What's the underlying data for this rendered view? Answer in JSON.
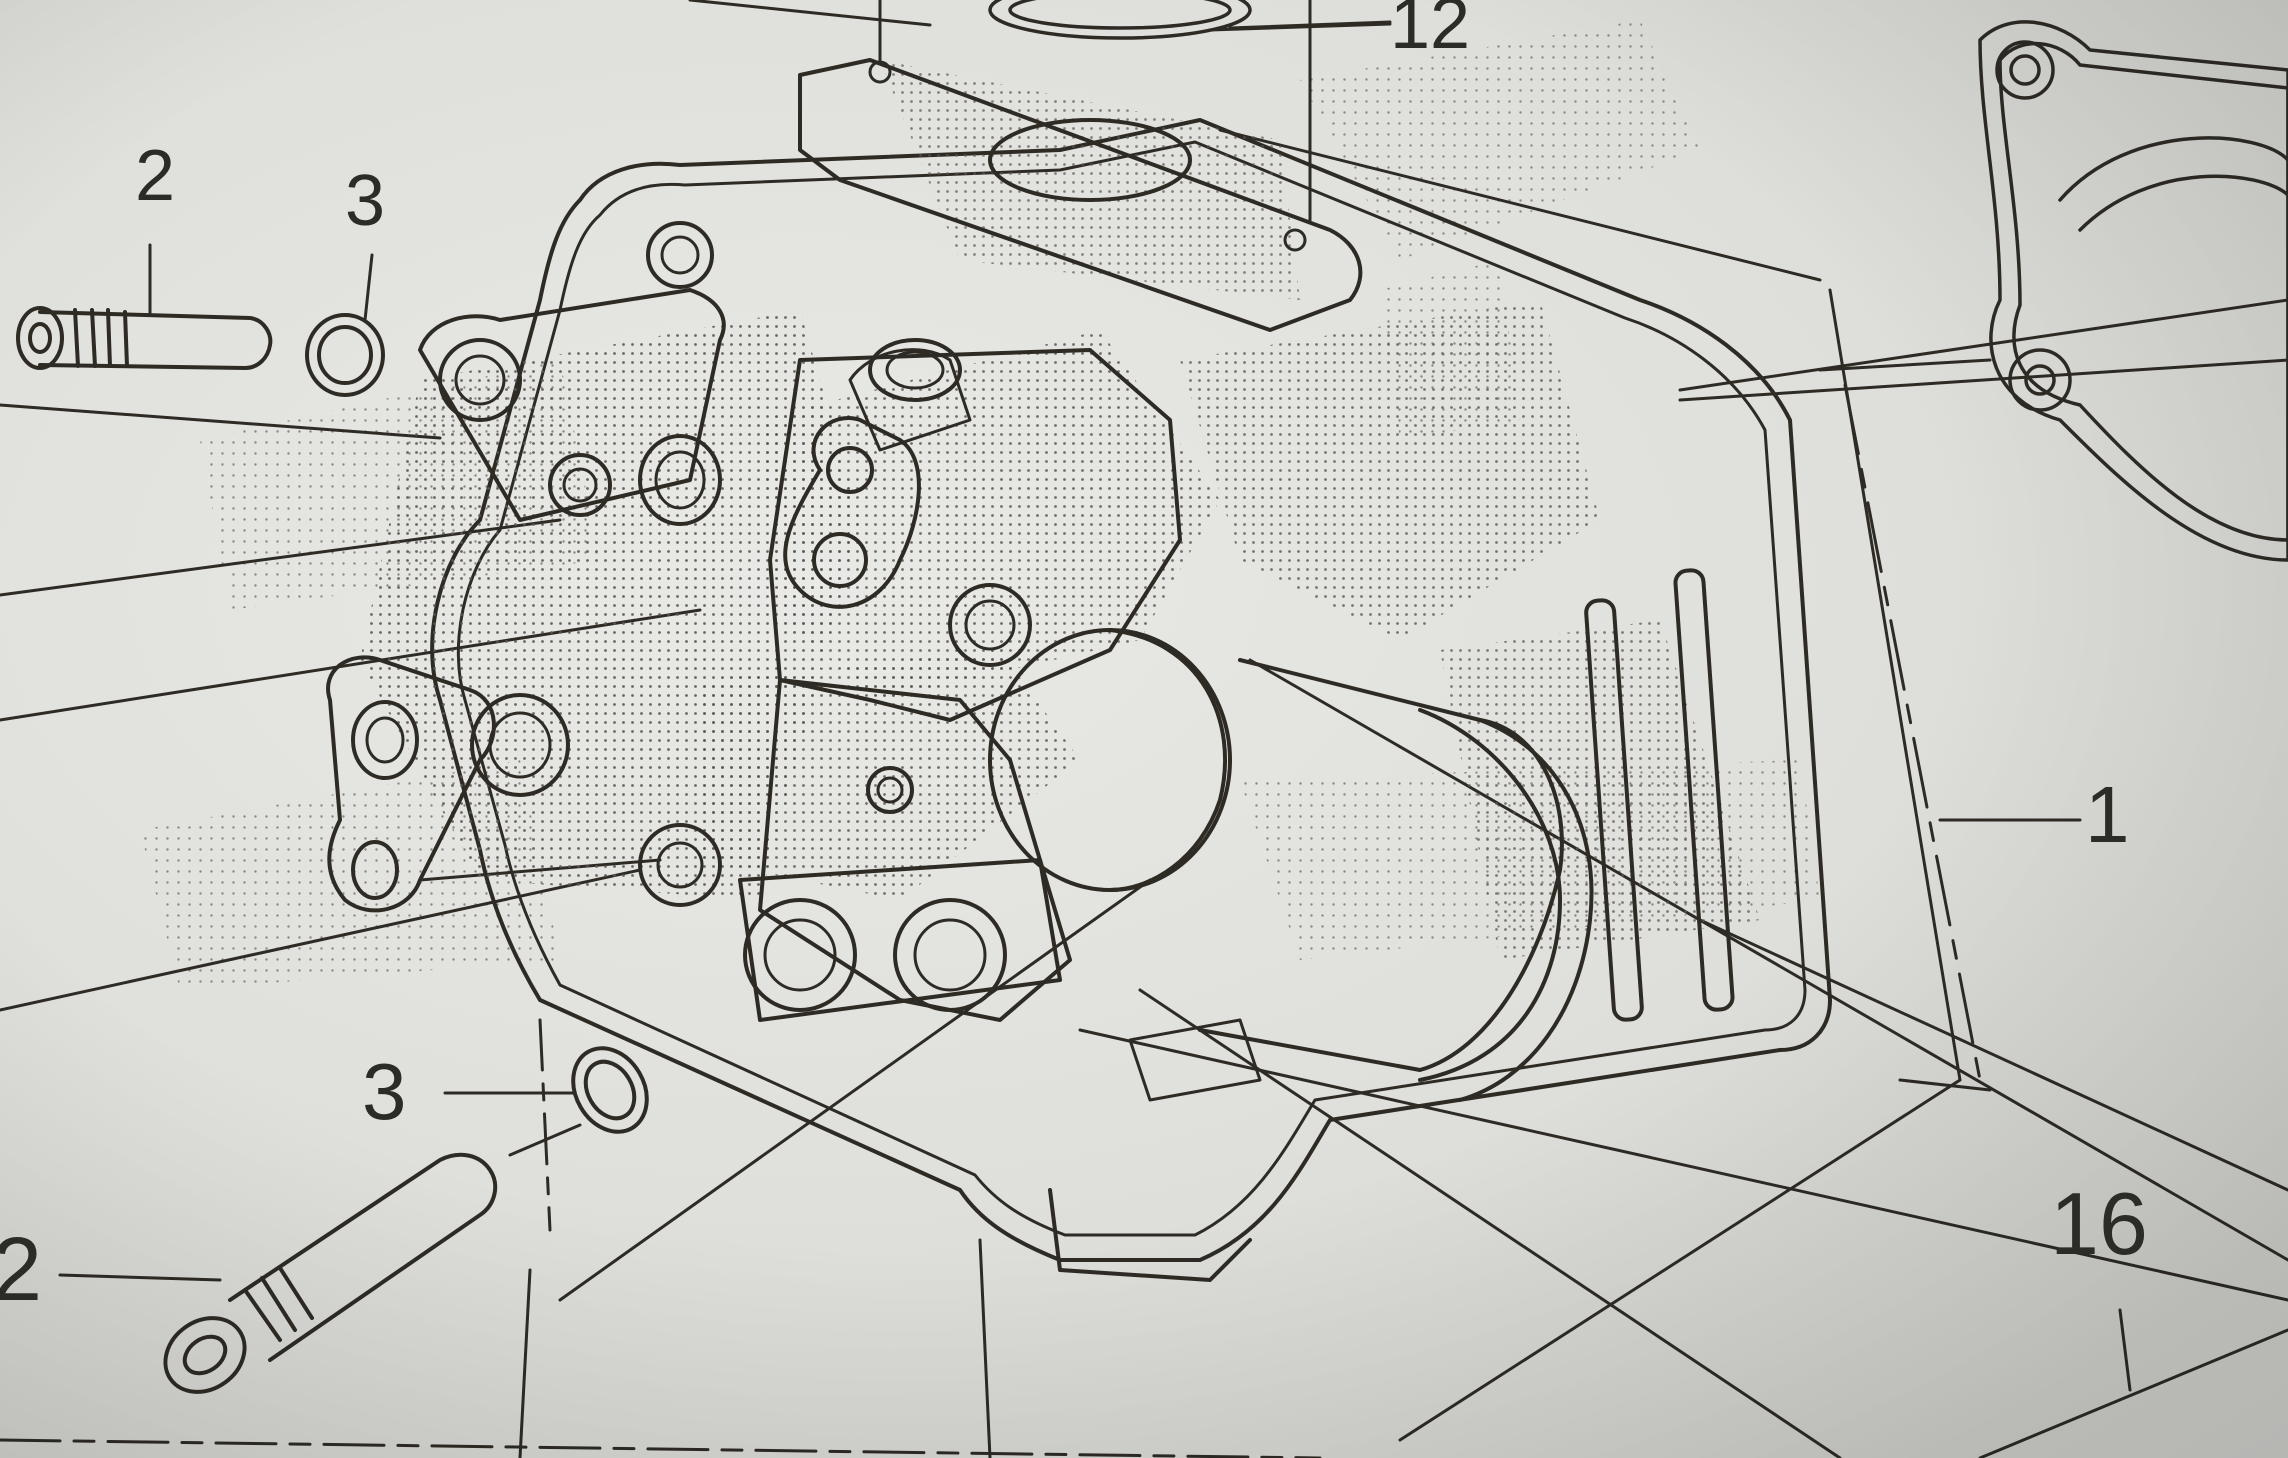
{
  "diagram": {
    "callouts": [
      {
        "id": "c-12",
        "text": "12"
      },
      {
        "id": "c-2-top",
        "text": "2"
      },
      {
        "id": "c-3-top",
        "text": "3"
      },
      {
        "id": "c-1",
        "text": "1"
      },
      {
        "id": "c-3-bottom",
        "text": "3"
      },
      {
        "id": "c-2-bottom",
        "text": "2"
      },
      {
        "id": "c-16",
        "text": "16"
      }
    ],
    "parts": [
      {
        "number": "1",
        "depiction": "cylinder-head"
      },
      {
        "number": "2",
        "depiction": "valve-guide"
      },
      {
        "number": "3",
        "depiction": "circlip"
      },
      {
        "number": "12",
        "depiction": "gasket"
      },
      {
        "number": "16",
        "depiction": "head-gasket"
      }
    ],
    "colors": {
      "ink": "#2e2b25",
      "paper": "#e4e4e0",
      "stipple": "#5a5854"
    }
  }
}
